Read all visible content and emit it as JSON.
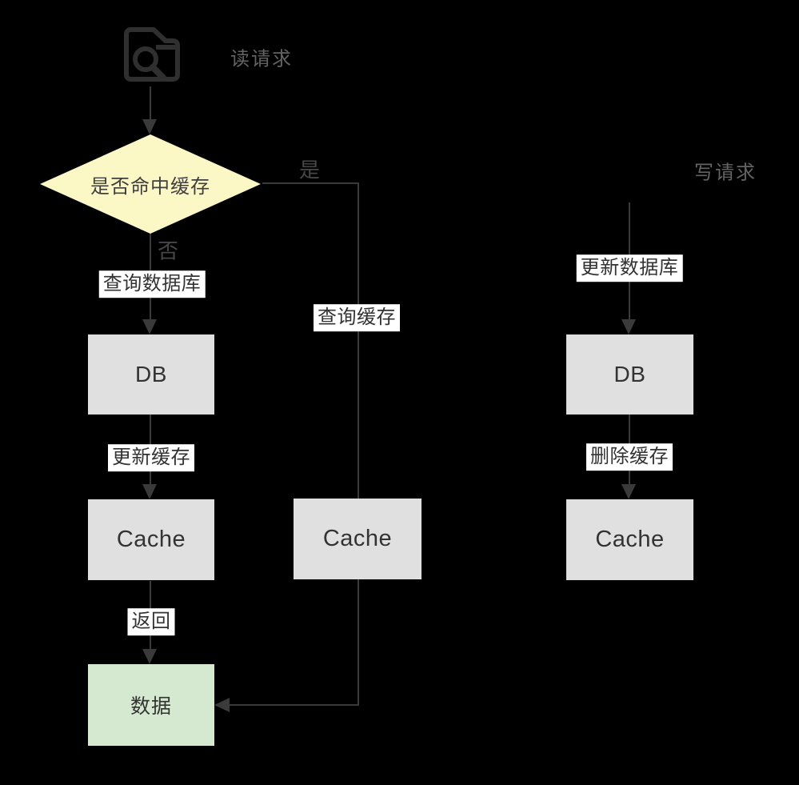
{
  "diagram": {
    "background": "#000000",
    "read_flow": {
      "title": "读请求",
      "decision_label": "是否命中缓存",
      "yes_label": "是",
      "no_label": "否",
      "edge_query_db_label": "查询数据库",
      "db_label": "DB",
      "edge_update_cache_label": "更新缓存",
      "cache_label": "Cache",
      "edge_return_label": "返回",
      "data_label": "数据",
      "edge_query_cache_label": "查询缓存",
      "hit_cache_label": "Cache"
    },
    "write_flow": {
      "title": "写请求",
      "edge_update_db_label": "更新数据库",
      "db_label": "DB",
      "edge_delete_cache_label": "删除缓存",
      "cache_label": "Cache"
    },
    "icons": {
      "read_source": "file-search-icon"
    },
    "colors": {
      "decision_fill": "#fcf8c5",
      "node_fill": "#e0e0e0",
      "data_node_fill": "#d5e8d0",
      "connector": "#3a3a3a",
      "edge_label_bg": "#ffffff",
      "node_text": "#333333",
      "muted_label_text": "#636363"
    }
  }
}
